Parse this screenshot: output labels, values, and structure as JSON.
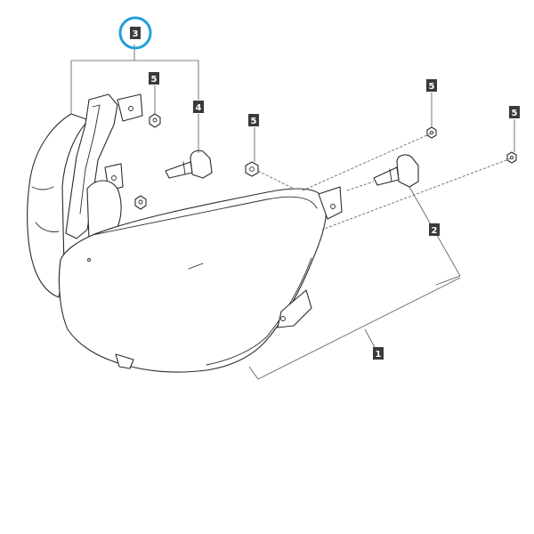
{
  "diagram": {
    "highlight_color": "#1e9fd8",
    "highlighted_callout": "3",
    "callouts": [
      {
        "id": "c1",
        "label": "1"
      },
      {
        "id": "c2",
        "label": "2"
      },
      {
        "id": "c3",
        "label": "3"
      },
      {
        "id": "c4",
        "label": "4"
      },
      {
        "id": "c5a",
        "label": "5"
      },
      {
        "id": "c5b",
        "label": "5"
      },
      {
        "id": "c5c",
        "label": "5"
      },
      {
        "id": "c5d",
        "label": "5"
      }
    ]
  }
}
